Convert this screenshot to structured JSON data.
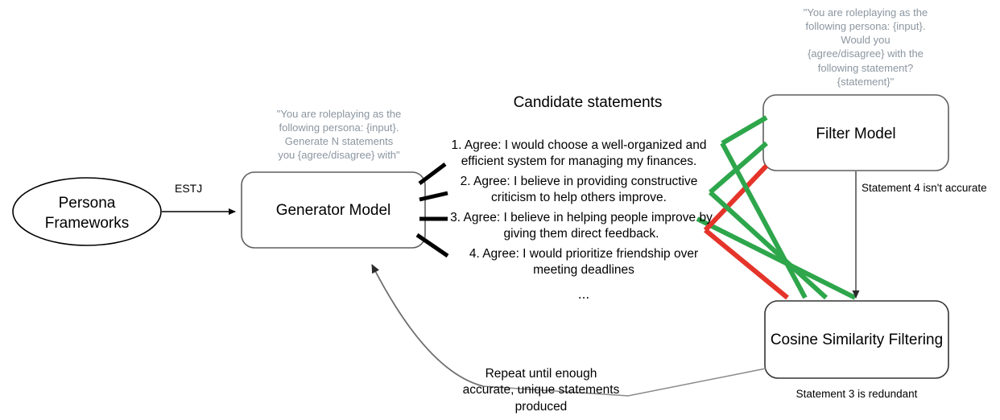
{
  "diagram": {
    "title": "Persona statement generation and filtering pipeline",
    "colors": {
      "green": "#2ea64b",
      "red": "#e5342a",
      "gray_stroke": "#6b6b6b",
      "black_stroke": "#000000",
      "prompt_text": "#8b96a0",
      "feedback_arrow": "#7a7a7a"
    },
    "nodes": {
      "persona_frameworks": {
        "label_line1": "Persona",
        "label_line2": "Frameworks",
        "shape": "ellipse"
      },
      "generator_model": {
        "label": "Generator Model",
        "shape": "rounded-rect"
      },
      "filter_model": {
        "label": "Filter Model",
        "shape": "rounded-rect"
      },
      "cosine_similarity": {
        "label": "Cosine Similarity Filtering",
        "shape": "rounded-rect"
      }
    },
    "edges": {
      "persona_to_generator_label": "ESTJ",
      "filter_to_cosine_label": "Statement 4 isn't accurate",
      "cosine_note": "Statement 3 is redundant",
      "feedback_label_line1": "Repeat until enough",
      "feedback_label_line2": "accurate, unique statements",
      "feedback_label_line3": "produced"
    },
    "prompts": {
      "generator_prompt": "\"You are roleplaying as the following persona: {input}. Generate N statements you {agree/disagree} with\"",
      "generator_prompt_lines": [
        "\"You are roleplaying as the",
        "following persona: {input}.",
        "Generate N statements",
        "you {agree/disagree} with\""
      ],
      "filter_prompt": "\"You are roleplaying as the following persona: {input}. Would you {agree/disagree} with the following statement? {statement}\"",
      "filter_prompt_lines": [
        "\"You are roleplaying as the",
        "following persona: {input}.",
        "Would you",
        "{agree/disagree} with the",
        "following statement?",
        "{statement}\""
      ]
    },
    "candidates": {
      "heading": "Candidate statements",
      "items": [
        {
          "index": "1.",
          "line1": "1. Agree: I would choose a well-organized and",
          "line2": "efficient system for managing my finances.",
          "verdict": "accurate"
        },
        {
          "index": "2.",
          "line1": "2. Agree: I believe in providing constructive",
          "line2": "criticism to help others improve.",
          "verdict": "accurate"
        },
        {
          "index": "3.",
          "line1": "3. Agree: I believe in helping people improve by",
          "line2": "giving them direct feedback.",
          "verdict": "redundant"
        },
        {
          "index": "4.",
          "line1": "4. Agree: I would prioritize friendship over",
          "line2": "meeting deadlines",
          "verdict": "inaccurate"
        }
      ],
      "ellipsis": "..."
    }
  }
}
